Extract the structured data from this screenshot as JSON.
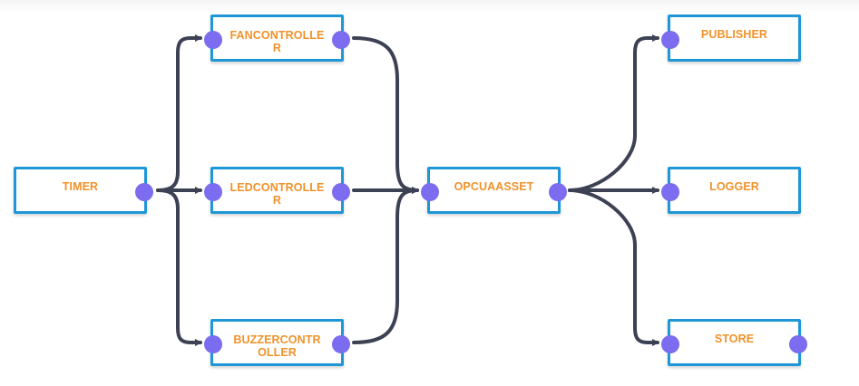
{
  "nodes": {
    "timer": {
      "label": "TIMER"
    },
    "fancontroller": {
      "label": "FANCONTROLLER"
    },
    "ledcontroller": {
      "label": "LEDCONTROLLER"
    },
    "buzzercontroller": {
      "label": "BUZZERCONTROLLER"
    },
    "opcuaasset": {
      "label": "OPCUAASSET"
    },
    "publisher": {
      "label": "PUBLISHER"
    },
    "logger": {
      "label": "LOGGER"
    },
    "store": {
      "label": "STORE"
    }
  },
  "connections": [
    {
      "from": "timer",
      "to": "fancontroller"
    },
    {
      "from": "timer",
      "to": "ledcontroller"
    },
    {
      "from": "timer",
      "to": "buzzercontroller"
    },
    {
      "from": "fancontroller",
      "to": "opcuaasset"
    },
    {
      "from": "ledcontroller",
      "to": "opcuaasset"
    },
    {
      "from": "buzzercontroller",
      "to": "opcuaasset"
    },
    {
      "from": "opcuaasset",
      "to": "publisher"
    },
    {
      "from": "opcuaasset",
      "to": "logger"
    },
    {
      "from": "opcuaasset",
      "to": "store"
    }
  ],
  "colors": {
    "node_border": "#1f97d6",
    "label": "#f0922a",
    "port": "#7b6cf0",
    "edge": "#3d4154"
  }
}
